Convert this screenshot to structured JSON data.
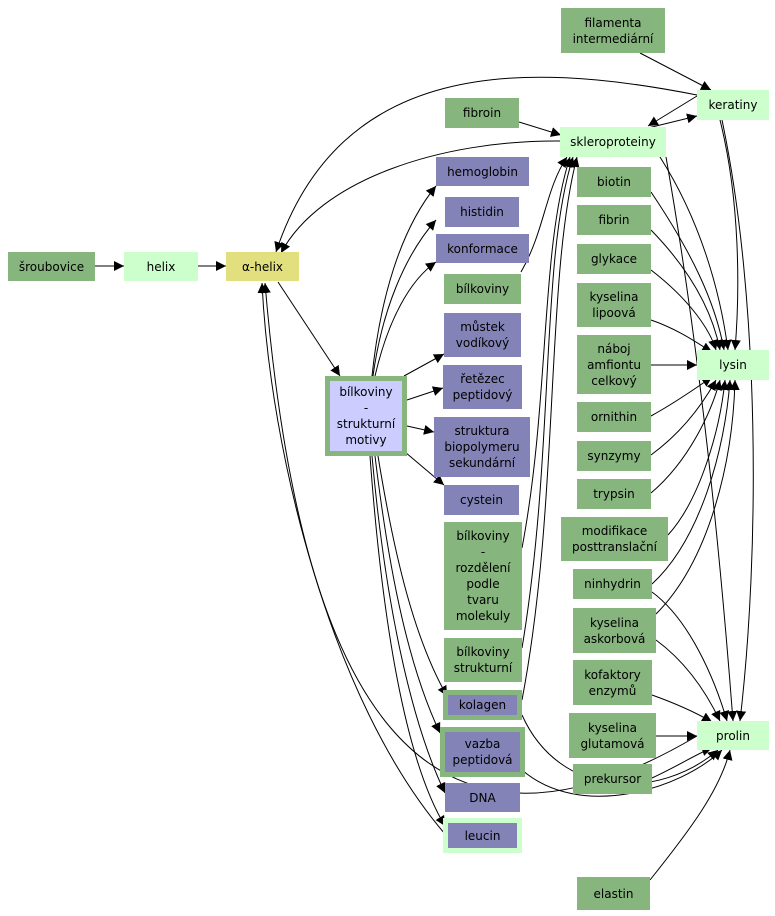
{
  "nodes": {
    "sroubovice": "šroubovice",
    "helix": "helix",
    "alpha_helix": "α-helix",
    "bilkoviny_strukturni_motivy": "bílkoviny\n-\nstrukturní\nmotivy",
    "filamenta": "filamenta\nintermediární",
    "keratiny": "keratiny",
    "fibroin": "fibroin",
    "skleroproteiny": "skleroproteiny",
    "hemoglobin": "hemoglobin",
    "histidin": "histidin",
    "konformace": "konformace",
    "bilkoviny": "bílkoviny",
    "mustek": "můstek\nvodíkový",
    "retezec": "řetězec\npeptidový",
    "struktura": "struktura\nbiopolymeru\nsekundární",
    "cystein": "cystein",
    "bilkoviny_rozdeleni": "bílkoviny\n-\nrozdělení\npodle\ntvaru\nmolekuly",
    "bilkoviny_strukturni": "bílkoviny\nstrukturní",
    "kolagen": "kolagen",
    "vazba": "vazba\npeptidová",
    "dna": "DNA",
    "leucin": "leucin",
    "biotin": "biotin",
    "fibrin": "fibrin",
    "glykace": "glykace",
    "kyselina_lipoova": "kyselina\nlipoová",
    "naboj": "náboj\namfiontu\ncelkový",
    "ornithin": "ornithin",
    "synzymy": "synzymy",
    "trypsin": "trypsin",
    "modifikace": "modifikace\nposttranslační",
    "ninhydrin": "ninhydrin",
    "kyselina_askorbova": "kyselina\naskorbová",
    "kofaktory": "kofaktory\nenzymů",
    "kyselina_glutamova": "kyselina\nglutamová",
    "prekursor": "prekursor",
    "lysin": "lysin",
    "prolin": "prolin",
    "elastin": "elastin"
  },
  "colors": {
    "concept_green": "#86b57e",
    "concept_light_green": "#ccffcc",
    "focus_yellow": "#e2e07e",
    "topic_purple": "#8483b7",
    "topic_light_purple": "#ccccff",
    "edge": "#000000"
  }
}
